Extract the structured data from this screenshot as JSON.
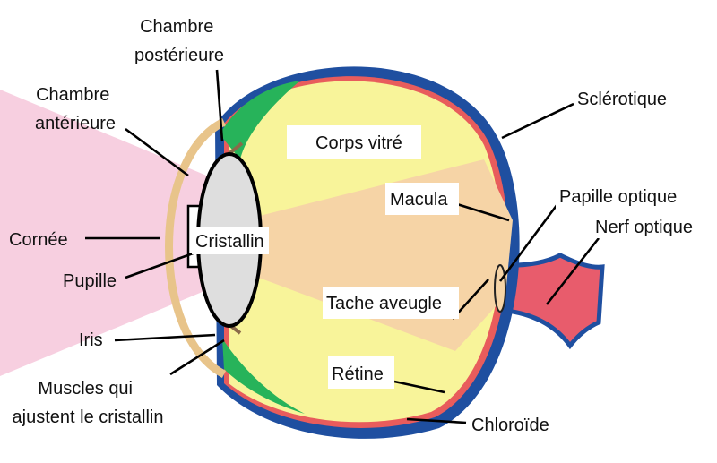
{
  "labels": {
    "chambre_posterieure": [
      "Chambre",
      "postérieure"
    ],
    "chambre_anterieure": [
      "Chambre",
      "antérieure"
    ],
    "cornee": "Cornée",
    "pupille": "Pupille",
    "iris": "Iris",
    "muscles": [
      "Muscles qui",
      "ajustent le cristallin"
    ],
    "cristallin": "Cristallin",
    "corps_vitre": "Corps vitré",
    "macula": "Macula",
    "tache_aveugle": "Tache aveugle",
    "retine": "Rétine",
    "sclerotique": "Sclérotique",
    "papille_optique": "Papille optique",
    "nerf_optique": "Nerf optique",
    "choroide": "Chloroïde"
  },
  "colors": {
    "sclera": "#1f4fa0",
    "retina": "#e85c5c",
    "vitreous": "#f8f49a",
    "light_cone_outside": "#f7cfe0",
    "light_cone_inside": "#f6d4a6",
    "ciliary": "#27b35a",
    "cornea": "#e8c48a",
    "lens": "#dedede",
    "nerve": "#e85c6c"
  }
}
